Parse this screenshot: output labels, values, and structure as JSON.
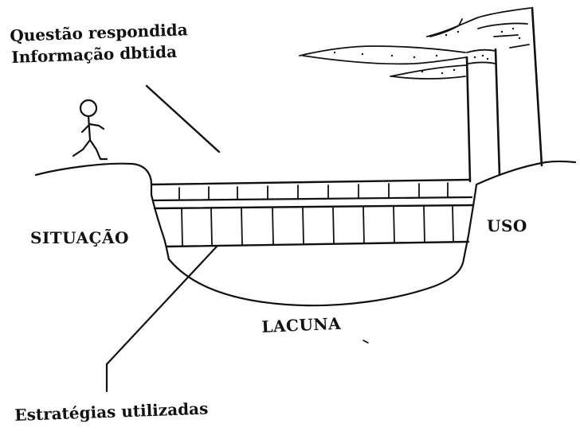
{
  "labels": {
    "question_answered": "Questão respondida",
    "information_obtained": "Informação dbtida",
    "situation": "SITUAÇÃO",
    "use": "USO",
    "gap": "LACUNA",
    "strategies_used": "Estratégias utilizadas"
  },
  "colors": {
    "ink": "#111111",
    "background": "#ffffff"
  }
}
